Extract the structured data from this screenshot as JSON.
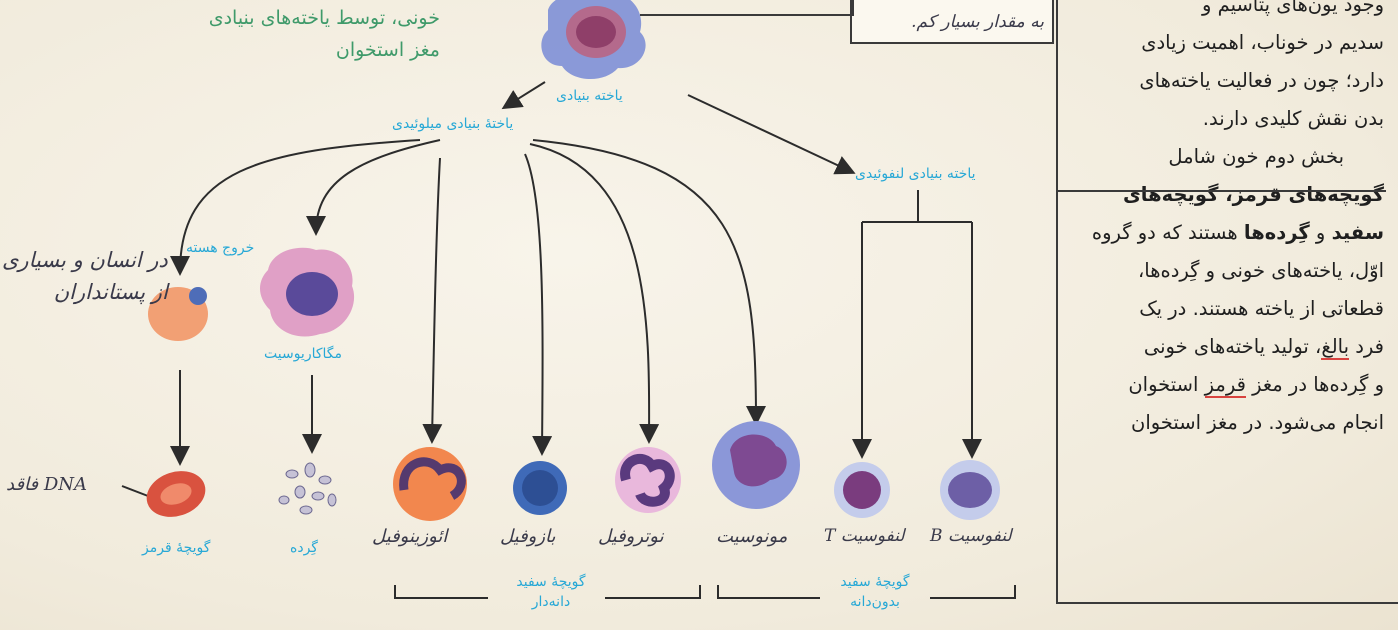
{
  "caption": {
    "line1": "خونی، توسط یاخته‌های بنیادی",
    "line2": "مغز استخوان"
  },
  "handnote_top": "به مقدار بسیار کم.",
  "diagram": {
    "stem_cell": "یاخته بنیادی",
    "myeloid_stem": "یاختهٔ بنیادی میلوئیدی",
    "lymphoid_stem": "یاخته بنیادی لنفوئیدی",
    "nucleus_exit": "خروج هسته",
    "megakaryocyte": "مگاکاریوسیت",
    "red_cell": "گویچهٔ قرمز",
    "platelet": "گِرده",
    "granular_group": [
      "گویچهٔ سفید",
      "دانه‌دار"
    ],
    "agranular_group": [
      "گویچهٔ سفید",
      "بدون‌دانه"
    ],
    "hand_notes": {
      "mammals": [
        "در انسان و بسیاری",
        "از پستانداران"
      ],
      "no_dna": "فاقد DNA",
      "eosinophil": "ائوزینوفیل",
      "basophil": "بازوفیل",
      "neutrophil": "نوتروفیل",
      "monocyte": "مونوسیت",
      "lymphocyte_t": "لنفوسیت T",
      "lymphocyte_b": "لنفوسیت B"
    }
  },
  "text_block": {
    "intro_lines": [
      "وجود یون‌های پتاسیم و",
      "سدیم در خوناب، اهمیت زیادی",
      "دارد؛ چون در فعالیت یاخته‌های",
      "بدن نقش کلیدی دارند."
    ],
    "para2_line1": "بخش دوم خون شامل",
    "para2_bold1": "گویچه‌های قرمز، گویچه‌های",
    "para2_bold2": "سفید",
    "para2_and": " و ",
    "para2_bold3": "گِرده‌ها",
    "para2_rest": " هستند که دو گروه",
    "lines_after": [
      "اوّل، یاخته‌های خونی و گِرده‌ها،",
      "قطعاتی از یاخته هستند. در یک"
    ],
    "adult_pre": "فرد ",
    "adult_word": "بالغ",
    "adult_post": "، تولید یاخته‌های خونی",
    "marrow_pre": "و گِرده‌ها در مغز ",
    "marrow_word": "قرمز",
    "marrow_post": " استخوان",
    "last_line": "انجام می‌شود. در مغز استخوان"
  }
}
